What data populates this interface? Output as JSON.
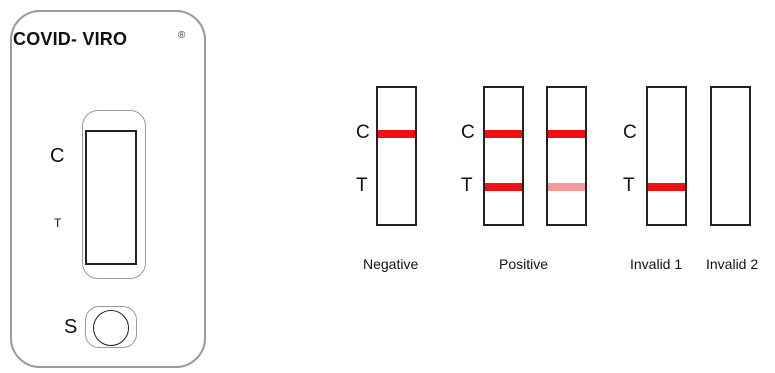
{
  "cassette": {
    "brand": "COVID- VIRO",
    "reg_mark": "®",
    "c_label": "C",
    "t_label": "T",
    "s_label": "S"
  },
  "colors": {
    "band_strong": "#ee1111",
    "band_faint": "#f59a9a"
  },
  "results": {
    "negative": {
      "c_label": "C",
      "t_label": "T",
      "caption": "Negative"
    },
    "positive": {
      "c_label": "C",
      "t_label": "T",
      "caption": "Positive"
    },
    "invalid1": {
      "c_label": "C",
      "t_label": "T",
      "caption": "Invalid 1"
    },
    "invalid2": {
      "caption": "Invalid 2"
    }
  }
}
